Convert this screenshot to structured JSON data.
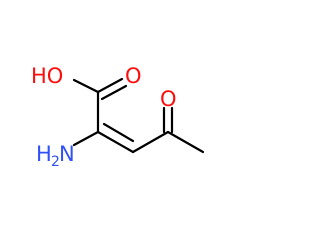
{
  "molecule": {
    "atoms": {
      "hydroxyl": {
        "label": "HO",
        "color": "#ff0d0d"
      },
      "carbonyl_oxygen_acid": {
        "label": "O",
        "color": "#ff0d0d"
      },
      "ketone_oxygen": {
        "label": "O",
        "color": "#ff0d0d"
      },
      "amine": {
        "label": "H",
        "subscript": "2",
        "suffix": "N",
        "color": "#3050f8"
      }
    },
    "bond_color": "#000000"
  }
}
